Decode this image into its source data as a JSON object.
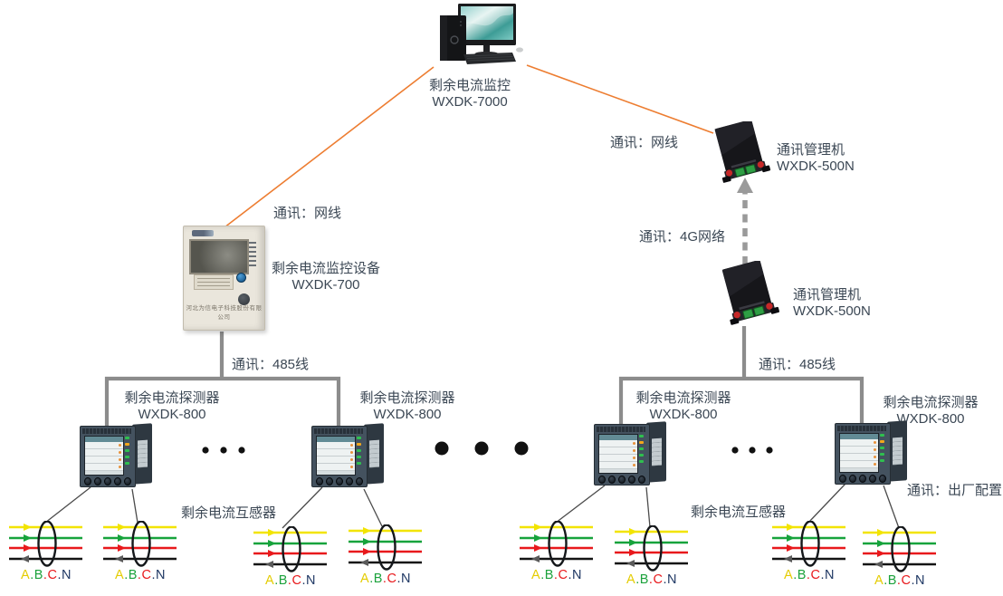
{
  "colors": {
    "orange": "#ED7D31",
    "bus_gray": "#8C8C8C",
    "arrow_gray": "#9A9A9A",
    "text": "#3B4754",
    "wire_yellow": "#F2E400",
    "wire_green": "#17A33C",
    "wire_red": "#E8191C",
    "wire_black": "#141414",
    "phase_a": "#E4CC00",
    "phase_b": "#1CA23C",
    "phase_c": "#E8191C",
    "phase_n": "#1F3864"
  },
  "pc": {
    "name": "剩余电流监控",
    "model": "WXDK-7000"
  },
  "comm_managers": [
    {
      "name": "通讯管理机",
      "model": "WXDK-500N"
    },
    {
      "name": "通讯管理机",
      "model": "WXDK-500N"
    }
  ],
  "monitor_device": {
    "name": "剩余电流监控设备",
    "model": "WXDK-700",
    "brand": "河北为信电子科技股份有限公司"
  },
  "detectors": [
    {
      "name": "剩余电流探测器",
      "model": "WXDK-800"
    },
    {
      "name": "剩余电流探测器",
      "model": "WXDK-800"
    },
    {
      "name": "剩余电流探测器",
      "model": "WXDK-800"
    },
    {
      "name": "剩余电流探测器",
      "model": "WXDK-800"
    }
  ],
  "links": {
    "lan_left": "通讯：网线",
    "lan_right": "通讯：网线",
    "net_4g": "通讯：4G网络",
    "rs485_left": "通讯：485线",
    "rs485_right": "通讯：485线",
    "factory_config": "通讯：出厂配置"
  },
  "ct": {
    "label_left": "剩余电流互感器",
    "label_right": "剩余电流互感器",
    "phases": {
      "a": "A",
      "b": "B",
      "c": "C",
      "n": "N",
      "dot": "."
    }
  }
}
